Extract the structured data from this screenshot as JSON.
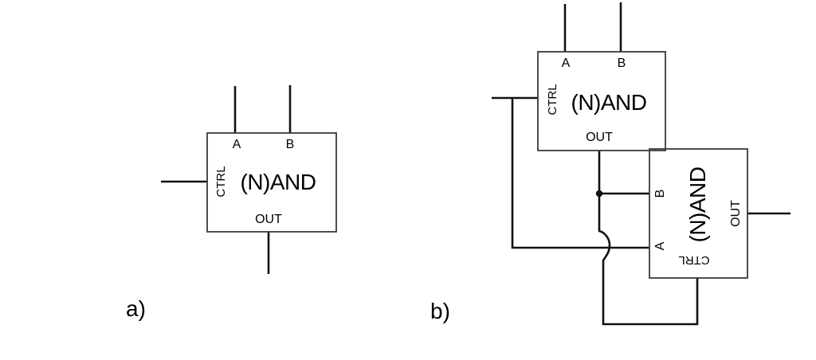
{
  "figure": {
    "type": "circuit-diagram",
    "background_color": "#ffffff",
    "wire_color": "#111111",
    "box_border_color": "#3a3a3a",
    "text_color": "#000000",
    "gate": {
      "label": "(N)AND",
      "ports": {
        "a": "A",
        "b": "B",
        "ctrl": "CTRL",
        "out": "OUT"
      }
    },
    "captions": {
      "a": "a)",
      "b": "b)"
    }
  }
}
